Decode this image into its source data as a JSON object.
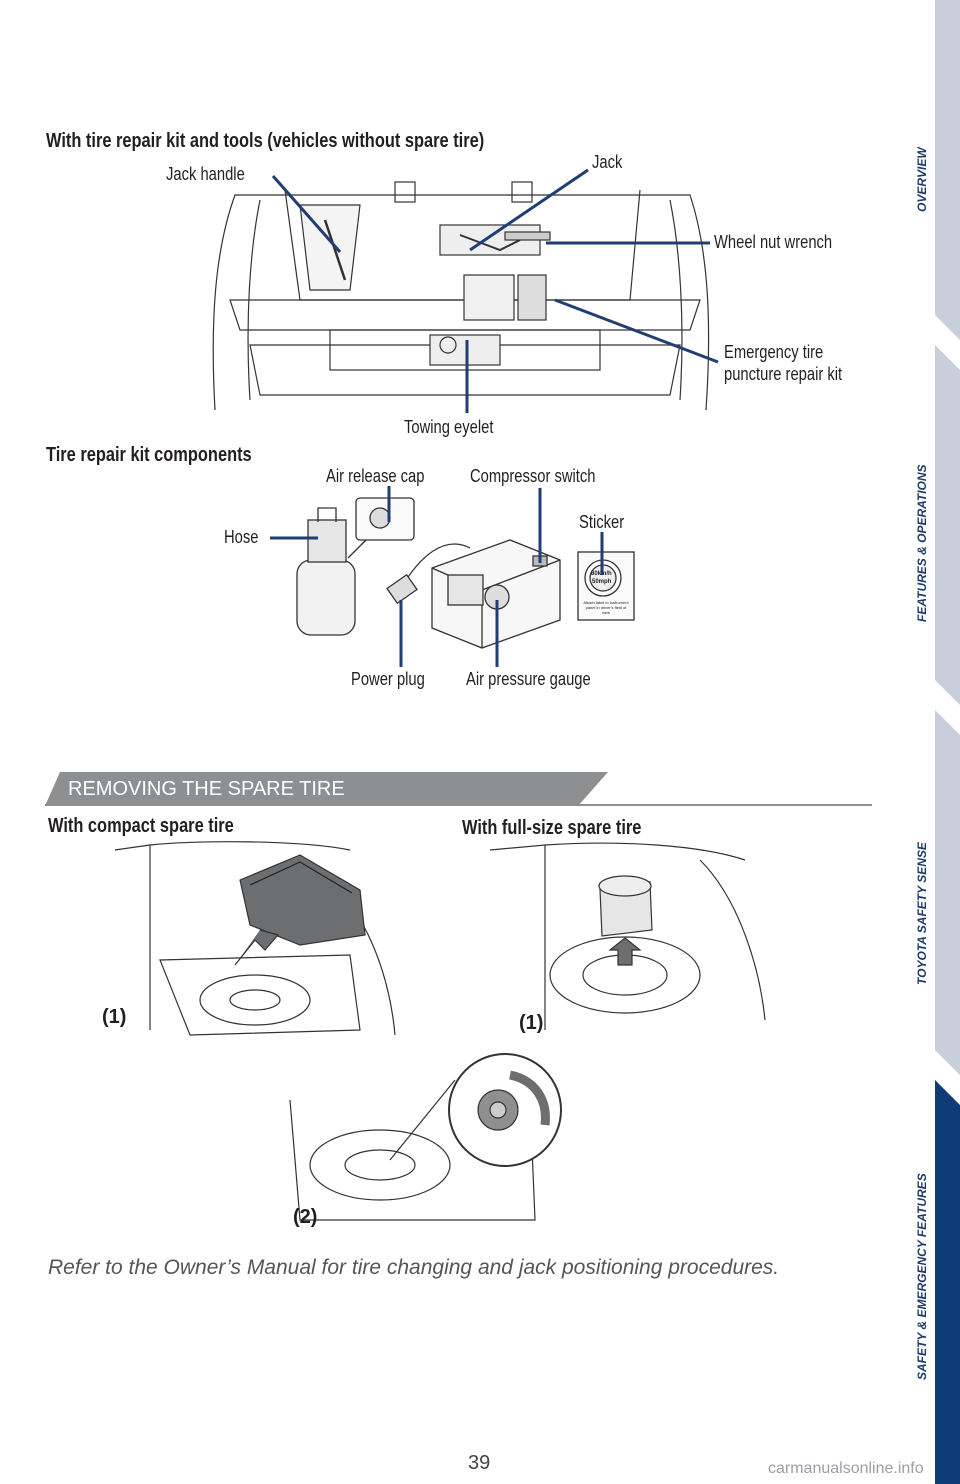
{
  "sections": {
    "tire_repair_kit_heading": "With tire repair kit and tools (vehicles without spare tire)",
    "components_heading": "Tire repair kit components",
    "removing_banner": "REMOVING THE SPARE TIRE",
    "compact_heading": "With compact spare tire",
    "fullsize_heading": "With full-size spare tire"
  },
  "callouts_trunk": {
    "jack_handle": "Jack handle",
    "jack": "Jack",
    "wheel_nut_wrench": "Wheel nut wrench",
    "emergency_kit_line1": "Emergency tire",
    "emergency_kit_line2": "puncture repair kit",
    "towing_eyelet": "Towing eyelet"
  },
  "callouts_kit": {
    "air_release_cap": "Air release cap",
    "compressor_switch": "Compressor switch",
    "sticker": "Sticker",
    "hose": "Hose",
    "power_plug": "Power plug",
    "air_pressure_gauge": "Air pressure gauge"
  },
  "sticker_text": {
    "speed_kmh": "80km/h",
    "speed_mph": "50mph",
    "instruction": "Attach label to instrument panel in driver's field of view"
  },
  "steps": {
    "compact_step": "(1)",
    "fullsize_step": "(1)",
    "bolt_step": "(2)"
  },
  "note": "Refer to the Owner’s Manual for tire changing and jack positioning procedures.",
  "page_number": "39",
  "watermark": "carmanualsonline.info",
  "side_tabs": [
    {
      "label": "OVERVIEW",
      "active": false
    },
    {
      "label": "FEATURES & OPERATIONS",
      "active": false
    },
    {
      "label": "TOYOTA SAFETY SENSE",
      "active": false
    },
    {
      "label": "SAFETY & EMERGENCY FEATURES",
      "active": true
    }
  ],
  "colors": {
    "callout_line": "#1f3f73",
    "banner_gray": "#8e8f91",
    "tab_inactive": "#c9cedd",
    "tab_active": "#0f3b78",
    "tab_text": "#1a3a6b"
  }
}
